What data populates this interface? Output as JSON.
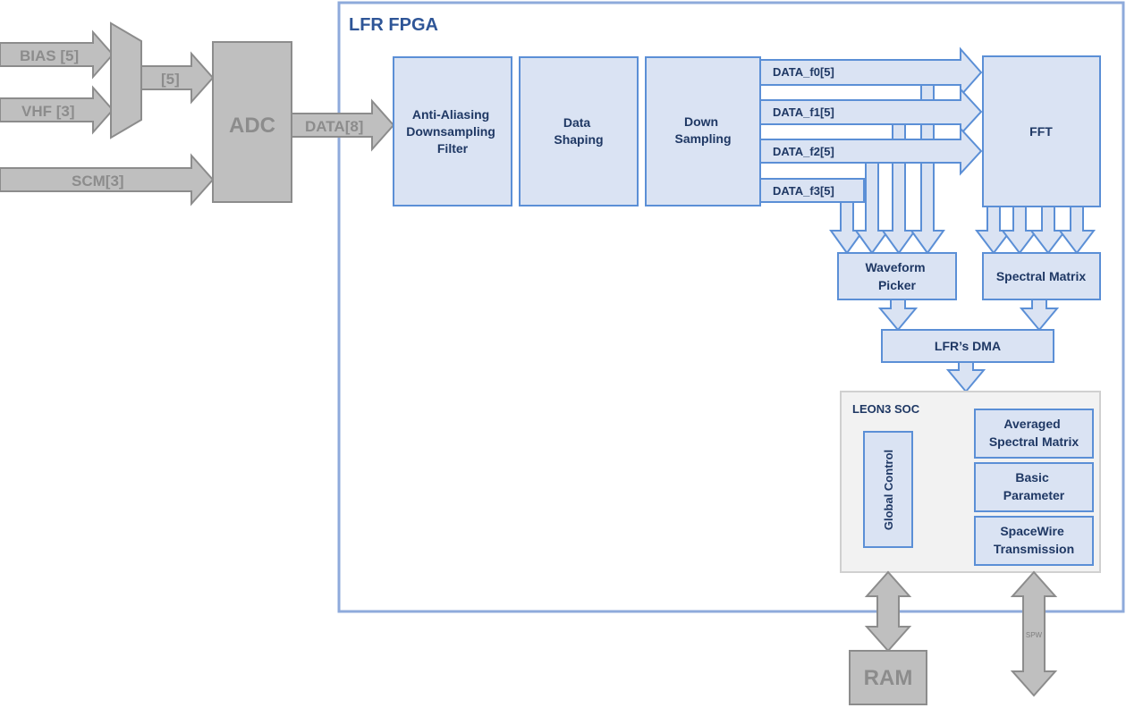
{
  "inputs": {
    "bias": "BIAS [5]",
    "vhf": "VHF [3]",
    "scm": "SCM[3]",
    "mux_out": "[5]",
    "adc": "ADC",
    "adc_out": "DATA[8]"
  },
  "fpga": {
    "title": "LFR FPGA",
    "anti_aliasing": [
      "Anti-Aliasing",
      "Downsampling",
      "Filter"
    ],
    "data_shaping": [
      "Data",
      "Shaping"
    ],
    "down_sampling": [
      "Down",
      "Sampling"
    ],
    "data_f0": "DATA_f0[5]",
    "data_f1": "DATA_f1[5]",
    "data_f2": "DATA_f2[5]",
    "data_f3": "DATA_f3[5]",
    "fft": "FFT",
    "waveform_picker": [
      "Waveform",
      "Picker"
    ],
    "spectral_matrix": "Spectral Matrix",
    "dma": "LFR’s DMA"
  },
  "soc": {
    "title": "LEON3 SOC",
    "global_control": "Global Control",
    "averaged_spectral_matrix": [
      "Averaged",
      "Spectral Matrix"
    ],
    "basic_parameter": [
      "Basic",
      "Parameter"
    ],
    "spacewire_transmission": [
      "SpaceWire",
      "Transmission"
    ]
  },
  "external": {
    "ram": "RAM",
    "spw": "SPW"
  },
  "colors": {
    "gray_fill": "#bfbfbf",
    "gray_stroke": "#8c8c8c",
    "blue_fill": "#dae3f3",
    "blue_stroke": "#5b8fd6",
    "fpga_border": "#8eaadb",
    "soc_fill": "#f2f2f2"
  }
}
